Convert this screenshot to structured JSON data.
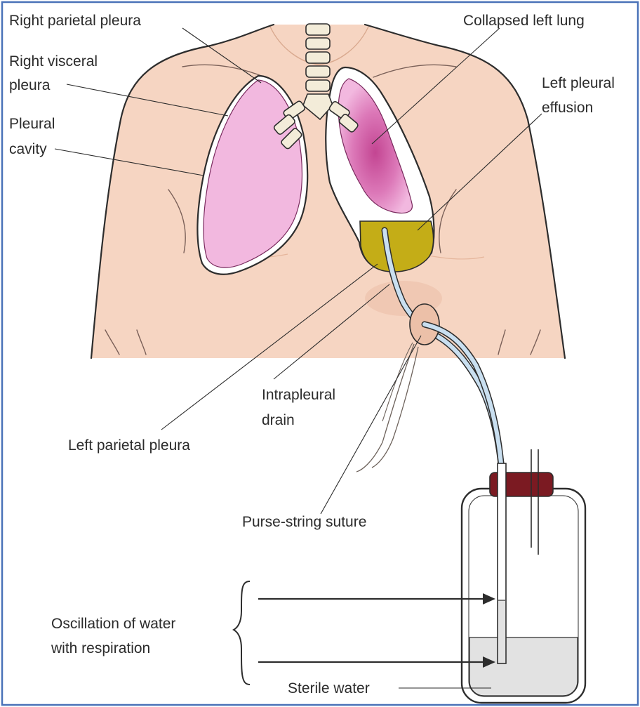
{
  "labels": {
    "right_parietal_pleura": "Right parietal pleura",
    "right_visceral_pleura_1": "Right visceral",
    "right_visceral_pleura_2": "pleura",
    "pleural_cavity_1": "Pleural",
    "pleural_cavity_2": "cavity",
    "collapsed_left_lung": "Collapsed left lung",
    "left_pleural_effusion_1": "Left pleural",
    "left_pleural_effusion_2": "effusion",
    "intrapleural_drain_1": "Intrapleural",
    "intrapleural_drain_2": "drain",
    "left_parietal_pleura": "Left parietal pleura",
    "purse_string_suture": "Purse-string suture",
    "oscillation_1": "Oscillation of water",
    "oscillation_2": "with respiration",
    "sterile_water": "Sterile water"
  },
  "colors": {
    "border": "#4a72b8",
    "skin": "#f6d5c2",
    "skin_shadow": "#ecc0a8",
    "lung": "#f2b8df",
    "lung_inner": "#e07cbc",
    "lung_core": "#c94d97",
    "effusion": "#c4ad17",
    "trachea": "#f3ecd9",
    "tube": "#c9dff0",
    "cap": "#7b1a22",
    "water": "#e2e2e2"
  }
}
